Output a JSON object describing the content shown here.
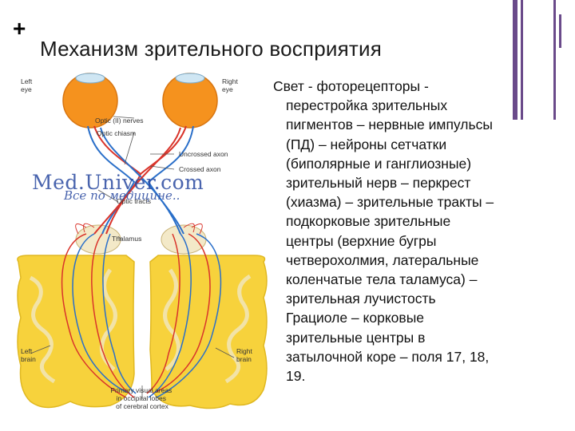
{
  "slide": {
    "plus": "+",
    "title": "Механизм зрительного восприятия"
  },
  "diagram": {
    "labels": {
      "left_eye": [
        "Left",
        "eye"
      ],
      "right_eye": [
        "Right",
        "eye"
      ],
      "optic_nerves": "Optic (II) nerves",
      "optic_chiasm": "Optic chiasm",
      "uncrossed_axon": "Uncrossed axon",
      "crossed_axon": "Crossed axon",
      "optic_tracts": "Optic tracts",
      "thalamus": "Thalamus",
      "left_brain": [
        "Left",
        "brain"
      ],
      "right_brain": [
        "Right",
        "brain"
      ],
      "primary_visual": [
        "Primary visual areas",
        "in occipital lobes",
        "of cerebral cortex"
      ]
    },
    "watermark": "Med.Univer.com",
    "watermark_sub": "Все по медицине..",
    "colors": {
      "eye": "#f5921e",
      "brain": "#f7d23c",
      "red_path": "#d9342b",
      "blue_path": "#2a6fc9"
    }
  },
  "text": {
    "lines": [
      "Свет - фоторецепторы -",
      "перестройка зрительных",
      "пигментов – нервные импульсы",
      "(ПД) – нейроны сетчатки",
      "(биполярные и ганглиозные)",
      "зрительный нерв – перкрест",
      "(хиазма) – зрительные тракты –",
      "подкорковые зрительные",
      "центры (верхние бугры",
      "четверохолмия, латеральные",
      "коленчатые тела таламуса) –",
      "зрительная лучистость",
      "Грациоле – корковые",
      "зрительные центры в",
      "затылочной коре – поля 17, 18,",
      "19."
    ]
  }
}
